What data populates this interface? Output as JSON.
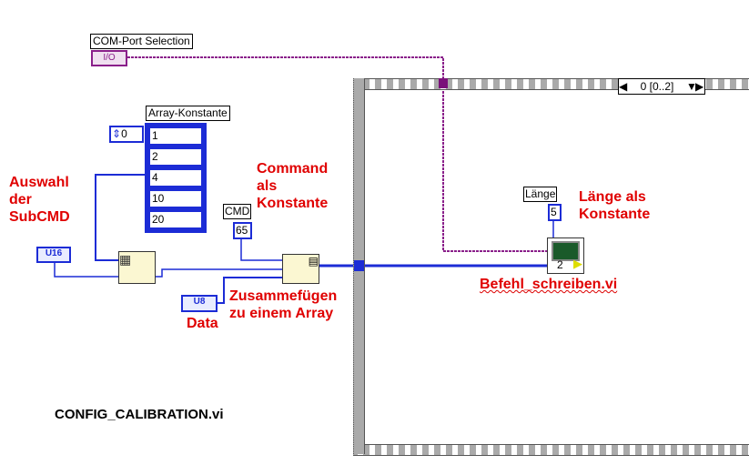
{
  "com_port": {
    "label": "COM-Port Selection",
    "control_text": "I/O"
  },
  "array_constant": {
    "label": "Array-Konstante",
    "index": "0",
    "values": [
      "1",
      "2",
      "4",
      "10",
      "20"
    ]
  },
  "subcmd": {
    "annotation_lines": [
      "Auswahl",
      "der",
      "SubCMD"
    ],
    "control_type": "U16"
  },
  "cmd": {
    "label": "CMD",
    "value": "65",
    "annotation_lines": [
      "Command",
      "als",
      "Konstante"
    ]
  },
  "data": {
    "control_type": "U8",
    "annotation": "Data"
  },
  "build_array": {
    "annotation_lines": [
      "Zusammefügen",
      "zu einem Array"
    ]
  },
  "sequence": {
    "selector": "0 [0..2]"
  },
  "laenge": {
    "label": "Länge",
    "value": "5",
    "annotation_lines": [
      "Länge als",
      "Konstante"
    ]
  },
  "subvi": {
    "name": "Befehl_schreiben.vi",
    "icon_number": "2"
  },
  "vi_title": "CONFIG_CALIBRATION.vi",
  "colors": {
    "wire_numeric": "#1c2cd6",
    "wire_visa": "#8a1f8a",
    "annotation": "#e00000"
  }
}
